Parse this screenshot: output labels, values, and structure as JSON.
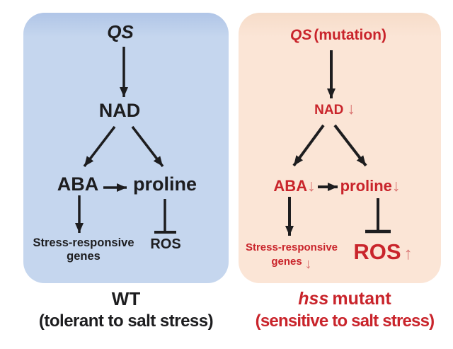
{
  "colors": {
    "page_bg": "#ffffff",
    "left_panel_bg": "#c5d6ee",
    "left_panel_bg_top": "#b0c5e7",
    "right_panel_bg": "#fbe5d6",
    "right_panel_bg_top": "#f6dcc9",
    "ink_black": "#1d1d1f",
    "ink_red": "#c9242b",
    "ink_red_light": "#d8716f"
  },
  "left_panel": {
    "node_qs": "QS",
    "node_nad": "NAD",
    "node_aba": "ABA",
    "node_proline": "proline",
    "node_genes_line1": "Stress-responsive",
    "node_genes_line2": "genes",
    "node_ros": "ROS",
    "caption_line1": "WT",
    "caption_line2": "(tolerant to salt stress)"
  },
  "right_panel": {
    "node_qs": "QS",
    "node_qs_suffix": "(mutation)",
    "node_nad": "NAD",
    "node_aba": "ABA",
    "node_proline": "proline",
    "node_genes_line1": "Stress-responsive",
    "node_genes_line2": "genes",
    "node_ros": "ROS",
    "decrease_glyph": "↓",
    "increase_glyph": "↑",
    "caption_gene": "hss",
    "caption_line1_rest": "mutant",
    "caption_line2": "(sensitive to salt stress)"
  }
}
